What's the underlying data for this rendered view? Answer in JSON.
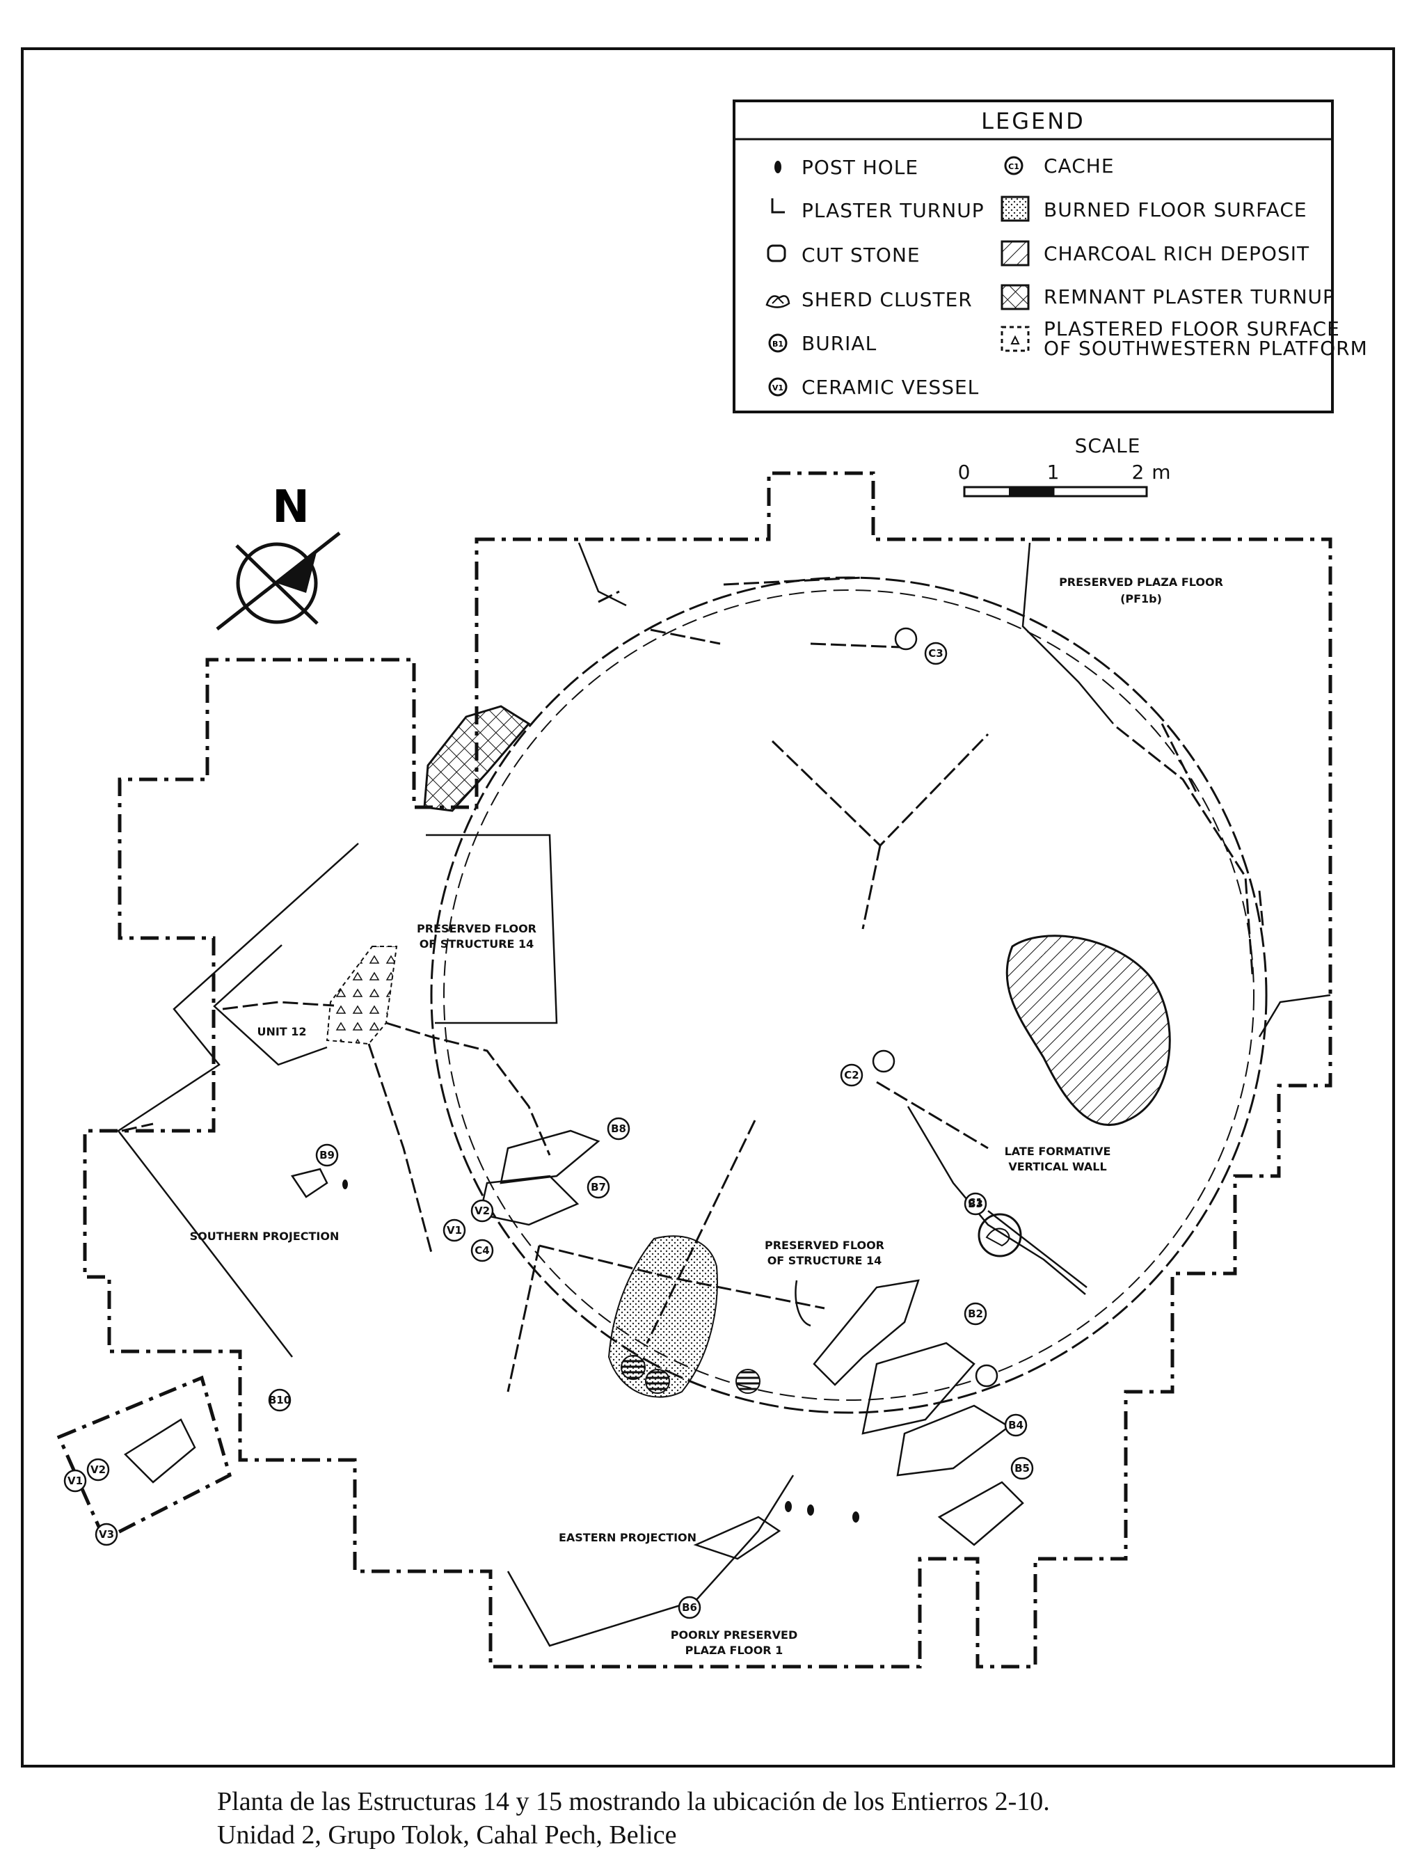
{
  "legend": {
    "title": "LEGEND",
    "items_left": [
      "POST HOLE",
      "PLASTER TURNUP",
      "CUT STONE",
      "SHERD CLUSTER",
      "BURIAL",
      "CERAMIC VESSEL"
    ],
    "items_right": [
      "CACHE",
      "BURNED FLOOR SURFACE",
      "CHARCOAL RICH DEPOSIT",
      "REMNANT PLASTER TURNUP"
    ],
    "item_platform_line1": "PLASTERED FLOOR SURFACE",
    "item_platform_line2": "OF SOUTHWESTERN PLATFORM"
  },
  "scale": {
    "title": "SCALE",
    "tick_0": "0",
    "tick_1": "1",
    "tick_2": "2 m"
  },
  "north": "N",
  "labels": {
    "plaza_floor_line1": "PRESERVED PLAZA FLOOR",
    "plaza_floor_line2": "(PF1b)",
    "floor14_a_line1": "PRESERVED FLOOR",
    "floor14_a_line2": "OF STRUCTURE 14",
    "floor14_b_line1": "PRESERVED FLOOR",
    "floor14_b_line2": "OF STRUCTURE 14",
    "unit12": "UNIT 12",
    "southern_projection": "SOUTHERN PROJECTION",
    "eastern_projection": "EASTERN PROJECTION",
    "late_wall_line1": "LATE FORMATIVE",
    "late_wall_line2": "VERTICAL WALL",
    "poor_floor_line1": "POORLY PRESERVED",
    "poor_floor_line2": "PLAZA FLOOR 1"
  },
  "markers": {
    "b2": "B2",
    "b3": "B3",
    "b4": "B4",
    "b5": "B5",
    "b6": "B6",
    "b7": "B7",
    "b8": "B8",
    "b9": "B9",
    "b10": "B10",
    "v1": "V1",
    "v2": "V2",
    "v3": "V3",
    "v1b": "V1",
    "v2b": "V2",
    "c1": "C1",
    "c2": "C2",
    "c3": "C3",
    "c4": "C4"
  },
  "caption_line1": "Planta de las Estructuras 14 y 15 mostrando la ubicación de los Entierros 2-10.",
  "caption_line2": "Unidad 2, Grupo Tolok, Cahal Pech, Belice"
}
